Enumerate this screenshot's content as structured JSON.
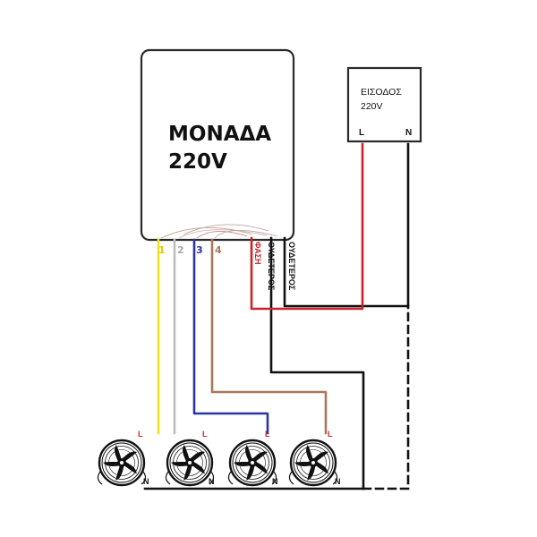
{
  "colors": {
    "black": "#111111",
    "red": "#c8242c",
    "yellow": "#f1e21c",
    "grey": "#bdbdbd",
    "blue": "#2a36a6",
    "brown": "#a8785a"
  },
  "unit": {
    "title": "ΜΟΝΑΔΑ",
    "voltage": "220V",
    "terminals": [
      {
        "num": "1",
        "color": "#e2c80e"
      },
      {
        "num": "2",
        "color": "#a9a9a9"
      },
      {
        "num": "3",
        "color": "#2a36a6"
      },
      {
        "num": "4",
        "color": "#a8785a"
      }
    ],
    "phase_label": "ΦΑΣΗ",
    "neutral_label": "ΟΥΔΕΤΕΡΟΣ"
  },
  "input": {
    "title": "ΕΙΣΟΔΟΣ",
    "voltage": "220V",
    "l": "L",
    "n": "N"
  },
  "fans": [
    {
      "l": "L",
      "n": "N"
    },
    {
      "l": "L",
      "n": "N"
    },
    {
      "l": "L",
      "n": "N"
    },
    {
      "l": "L",
      "n": "N"
    }
  ]
}
